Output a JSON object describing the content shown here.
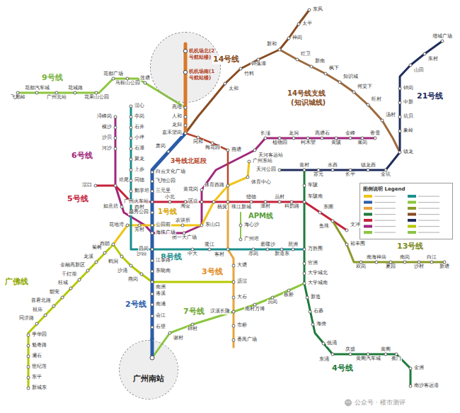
{
  "diagram": {
    "nodes": [
      {
        "text": [
          "机机场北(2号航站楼)",
          "机机场南(1号航站楼)"
        ]
      },
      {
        "text": [
          "图例说明 Legend"
        ]
      },
      {
        "text": [
          "广州南站"
        ]
      }
    ],
    "edges": [
      {
        "from": 0,
        "to": 2,
        "arrow": "none"
      }
    ],
    "labels": [
      "9号线",
      "14号线",
      "14号线支线",
      "(知识城线)",
      "21号线",
      "6号线",
      "5号线",
      "1号线",
      "3号线北延段",
      "APM线",
      "8号线",
      "3号线",
      "2号线",
      "13号线",
      "7号线",
      "广佛线",
      "4号线",
      "公众号 · 楼市测评",
      "飞鹅岭",
      "花都汽车城",
      "广州北站",
      "花城路",
      "花果山公园",
      "花都广场",
      "马鞍山公园",
      "莲塘",
      "高增",
      "人和",
      "龙归",
      "嘉禾望岗",
      "东风",
      "太平",
      "神岗",
      "新和",
      "钟落潭",
      "竹料",
      "太和",
      "红卫",
      "新南",
      "枫下",
      "知识城",
      "何棠下",
      "旺村",
      "汤村",
      "增城广场",
      "朱村",
      "山田",
      "钟岗",
      "中新",
      "坑贝",
      "象岭",
      "镇龙",
      "金坑",
      "镇龙西",
      "长平",
      "水西",
      "苏元",
      "黄村",
      "天河公园",
      "浔峰岗",
      "横沙",
      "沙贝",
      "河沙",
      "如意坊",
      "团一大广场",
      "东山口",
      "黄花岗",
      "天河客运站",
      "长湴",
      "植物园",
      "龙洞",
      "柯木塱",
      "高塘石",
      "黄陂",
      "金峰",
      "暹岗",
      "香雪",
      "滘口",
      "坦尾",
      "西村",
      "小北",
      "淘金",
      "区庄",
      "杨箕",
      "珠江新城",
      "猎德",
      "潭村",
      "员村",
      "科韵路",
      "车陂南",
      "东圃",
      "鱼珠",
      "文冲",
      "西朗",
      "花地湾",
      "芳村",
      "农讲所",
      "体育西路",
      "体育中心",
      "广州东站",
      "燕塘",
      "梅花园",
      "同和",
      "海心沙",
      "广州塔",
      "客村",
      "大塘",
      "沥滘",
      "大石",
      "汉溪长隆",
      "市桥",
      "番禺广场",
      "滘心",
      "亭岗",
      "石井",
      "小坪",
      "石潭",
      "聚龙",
      "上步",
      "同德",
      "鹅掌坦",
      "沙园",
      "中大",
      "鹭江",
      "赤岗",
      "磨碟沙",
      "新港东",
      "琶洲",
      "万胜围",
      "车陂",
      "官洲",
      "大学城北",
      "大学城南",
      "新造",
      "石碁",
      "海傍",
      "低涌",
      "东涌",
      "庆盛",
      "黄阁汽车城",
      "黄阁",
      "蕉门",
      "金洲",
      "南沙客运港",
      "谢村",
      "钟村",
      "南村万博",
      "员岗",
      "板桥",
      "裕丰围",
      "双岗",
      "南海神庙",
      "夏园",
      "南岗",
      "沙村",
      "白江",
      "新塘",
      "新城东",
      "东平",
      "世纪莲",
      "澜石",
      "魁奇路",
      "季华园",
      "同济路",
      "祖庙",
      "普君北路",
      "朝安",
      "桂城",
      "千灯湖",
      "金融高新区",
      "龙溪",
      "菊树",
      "鹤洞",
      "沙涌",
      "燕岗",
      "萧岗",
      "白云文化广场",
      "飞翔公园",
      "三元里",
      "广州火车站",
      "越秀公园",
      "公园前",
      "海珠广场",
      "昌岗",
      "江泰路",
      "东晓南",
      "南洲",
      "洛溪",
      "南浦",
      "会江",
      "石壁"
    ]
  }
}
